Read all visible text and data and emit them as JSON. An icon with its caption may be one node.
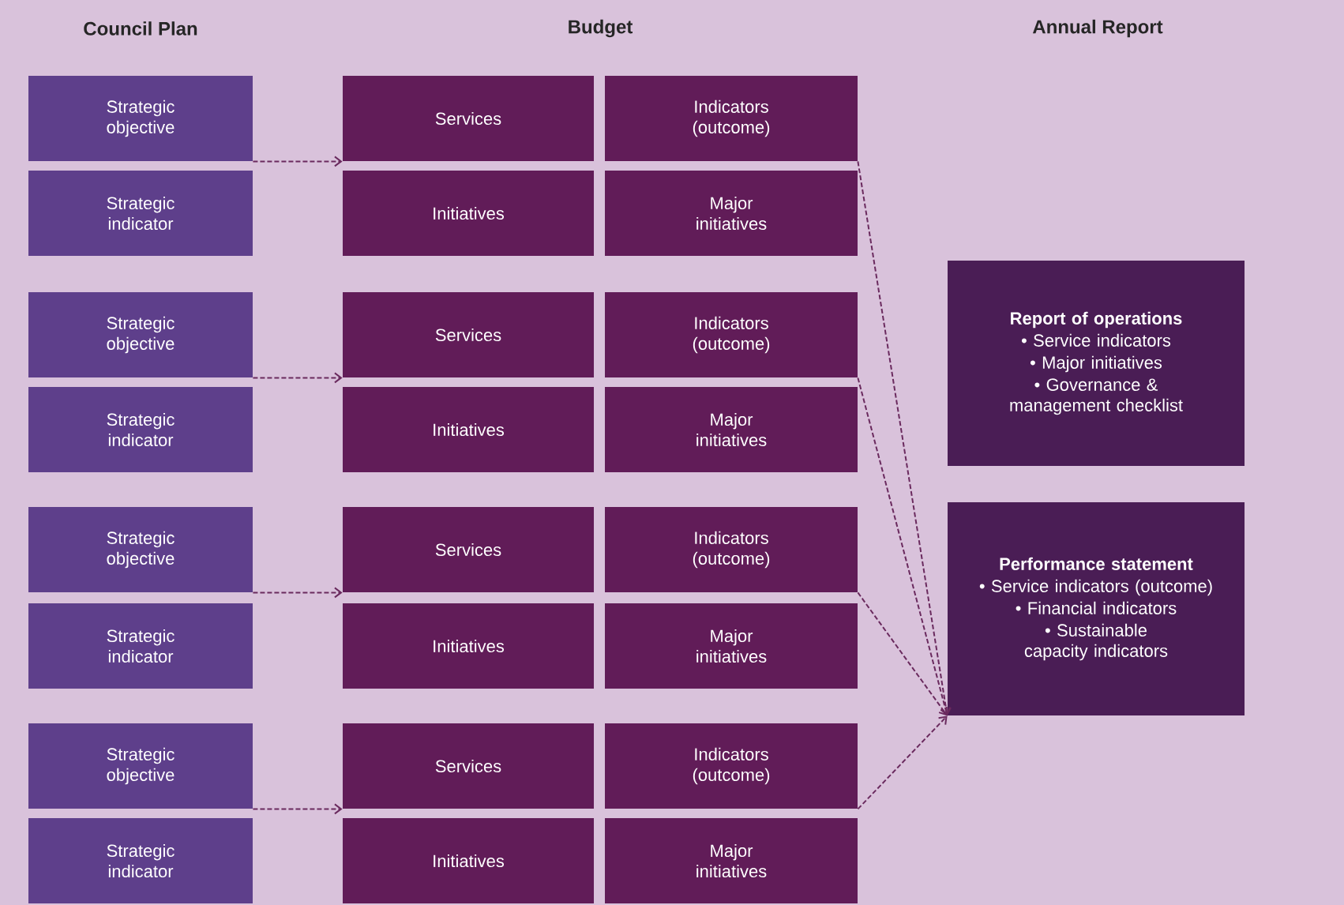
{
  "diagram": {
    "nodes": [
      {
        "text": [
          "Strategic objective"
        ]
      },
      {
        "text": [
          "Services"
        ]
      },
      {
        "text": [
          "Indicators (outcome)"
        ]
      },
      {
        "text": [
          "Strategic indicator"
        ]
      },
      {
        "text": [
          "Initiatives"
        ]
      },
      {
        "text": [
          "Major initiatives"
        ]
      },
      {
        "text": [
          "Strategic objective"
        ]
      },
      {
        "text": [
          "Services"
        ]
      },
      {
        "text": [
          "Indicators (outcome)"
        ]
      },
      {
        "text": [
          "Strategic indicator"
        ]
      },
      {
        "text": [
          "Initiatives"
        ]
      },
      {
        "text": [
          "Major initiatives"
        ]
      },
      {
        "text": [
          "Strategic objective"
        ]
      },
      {
        "text": [
          "Services"
        ]
      },
      {
        "text": [
          "Indicators (outcome)"
        ]
      },
      {
        "text": [
          "Strategic indicator"
        ]
      },
      {
        "text": [
          "Initiatives"
        ]
      },
      {
        "text": [
          "Major initiatives"
        ]
      },
      {
        "text": [
          "Strategic objective"
        ]
      },
      {
        "text": [
          "Services"
        ]
      },
      {
        "text": [
          "Indicators (outcome)"
        ]
      },
      {
        "text": [
          "Strategic indicator"
        ]
      },
      {
        "text": [
          "Initiatives"
        ]
      },
      {
        "text": [
          "Major initiatives"
        ]
      },
      {
        "text": [
          "Report of operations",
          "• Service indicators",
          "• Major initiatives",
          "• Governance & management checklist"
        ]
      },
      {
        "text": [
          "Performance statement",
          "• Service indicators (outcome)",
          "• Financial indicators",
          "• Sustainable capacity indicators"
        ]
      }
    ],
    "edges": [
      {
        "from": 0,
        "to": 1,
        "arrow": "to",
        "style": "dashed"
      },
      {
        "from": 6,
        "to": 7,
        "arrow": "to",
        "style": "dashed"
      },
      {
        "from": 12,
        "to": 13,
        "arrow": "to",
        "style": "dashed"
      },
      {
        "from": 18,
        "to": 19,
        "arrow": "to",
        "style": "dashed"
      },
      {
        "from": 2,
        "to": 25,
        "arrow": "to",
        "style": "dashed"
      },
      {
        "from": 8,
        "to": 25,
        "arrow": "to",
        "style": "dashed"
      },
      {
        "from": 14,
        "to": 25,
        "arrow": "to",
        "style": "dashed"
      },
      {
        "from": 20,
        "to": 25,
        "arrow": "to",
        "style": "dashed"
      }
    ],
    "labels": [
      "Council Plan",
      "Budget",
      "Annual Report"
    ]
  }
}
